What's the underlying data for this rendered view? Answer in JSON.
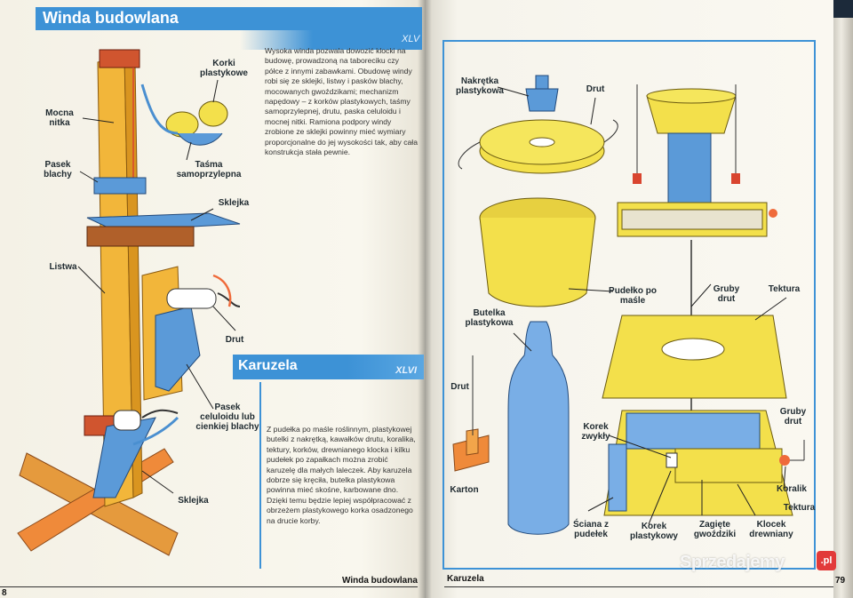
{
  "left_page": {
    "header_title": "Winda budowlana",
    "header_number": "XLV",
    "text": "Wysoka winda pozwala dowozić klocki na budowę, prowadzoną na taboreciku czy półce z innymi zabawkami. Obudowę windy robi się ze sklejki, listwy i pasków blachy, mocowanych gwoździkami; mechanizm napędowy – z korków plastykowych, taśmy samoprzylepnej, drutu, paska celuloidu i mocnej nitki. Ramiona podpory windy zrobione ze sklejki powinny mieć wymiary proporcjonalne do jej wysokości tak, aby cała konstrukcja stała pewnie.",
    "labels": {
      "korki": "Korki plastykowe",
      "tasma": "Taśma samoprzylepna",
      "nitka": "Mocna nitka",
      "pasek_blachy": "Pasek blachy",
      "sklejka1": "Sklejka",
      "listwa": "Listwa",
      "drut": "Drut",
      "pasek_celuloidu": "Pasek celuloidu lub cienkiej blachy",
      "sklejka2": "Sklejka"
    },
    "section2_title": "Karuzela",
    "section2_number": "XLVI",
    "section2_text": "Z pudełka po maśle roślinnym, plastykowej butelki z nakrętką, kawałków drutu, koralika, tektury, korków, drewnianego klocka i kilku pudełek po zapałkach można zrobić karuzelę dla małych laleczek. Aby karuzela dobrze się kręciła, butelka plastykowa powinna mieć skośne, karbowane dno. Dzięki temu będzie lepiej współpracować z obrzeżem plastykowego korka osadzonego na drucie korby.",
    "footer_title": "Winda budowlana",
    "page_number": "8"
  },
  "right_page": {
    "labels": {
      "nakretka": "Nakrętka plastykowa",
      "drut_top": "Drut",
      "pudelko": "Pudełko po maśle",
      "butelka": "Butelka plastykowa",
      "gruby_drut": "Gruby drut",
      "tektura_top": "Tektura",
      "drut_left": "Drut",
      "karton": "Karton",
      "korek_zwykly": "Korek zwykły",
      "gruby_drut2": "Gruby drut",
      "koralik": "Koralik",
      "tektura_bottom": "Tektura",
      "sciana": "Ściana z pudełek",
      "korek_plastykowy": "Korek plastykowy",
      "zagiete": "Zagięte gwoździki",
      "klocek": "Klocek drewniany"
    },
    "footer_title": "Karuzela",
    "page_number": "79"
  },
  "watermark": {
    "text": "Sprzedajemy",
    "badge": ".pl"
  },
  "colors": {
    "header_blue": "#3d92d6",
    "yellow": "#f3e04b",
    "blue_part": "#5b9ad8",
    "wood": "#e59a3d",
    "red": "#d9452f"
  }
}
